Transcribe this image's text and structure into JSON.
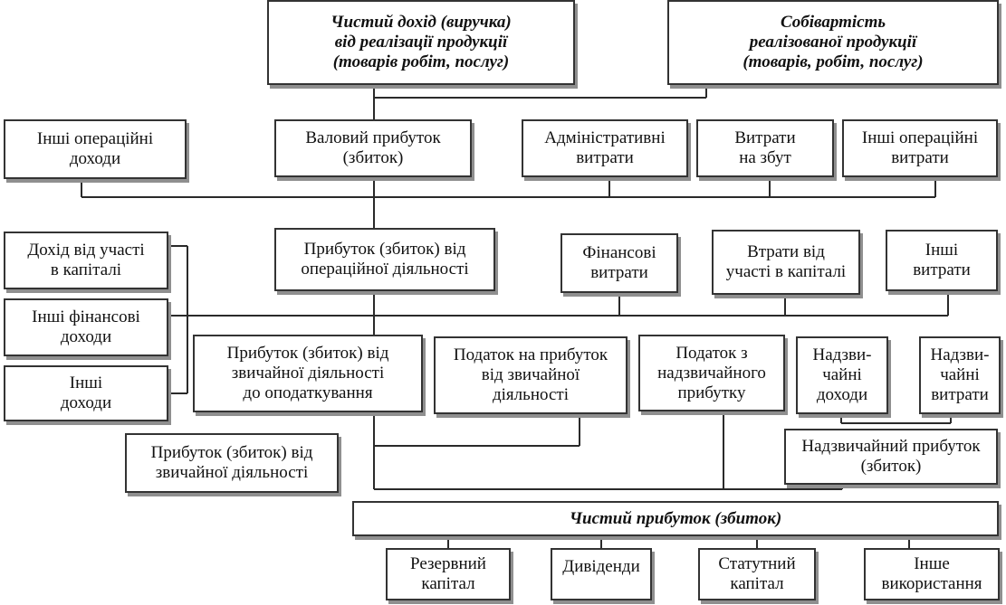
{
  "diagram": {
    "revenue": "Чистий дохід (виручка)\nвід реалізації продукції\n(товарів робіт, послуг)",
    "cost": "Собівартість\nреалізованої продукції\n(товарів, робіт, послуг)",
    "other_op_income": "Інші операційні\nдоходи",
    "gross_profit": "Валовий прибуток\n(збиток)",
    "admin_expenses": "Адміністративні\nвитрати",
    "selling_expenses": "Витрати\nна збут",
    "other_op_expenses": "Інші операційні\nвитрати",
    "equity_income": "Дохід від участі\nв капіталі",
    "operating_profit": "Прибуток (збиток) від\nопераційної діяльності",
    "financial_expenses": "Фінансові\nвитрати",
    "equity_losses": "Втрати від\nучасті в капіталі",
    "other_expenses": "Інші\nвитрати",
    "other_fin_income": "Інші фінансові\nдоходи",
    "other_income": "Інші\nдоходи",
    "pretax_profit": "Прибуток (збиток) від\nзвичайної діяльності\nдо оподаткування",
    "income_tax": "Податок на прибуток\nвід звичайної\nдіяльності",
    "extra_tax": "Податок з\nнадзвичайного\nприбутку",
    "extra_income": "Надзви-\nчайні\nдоходи",
    "extra_expenses": "Надзви-\nчайні\nвитрати",
    "ordinary_profit": "Прибуток (збиток) від\nзвичайної діяльності",
    "extra_profit": "Надзвичайний прибуток\n(збиток)",
    "net_profit": "Чистий прибуток (збиток)",
    "reserve_capital": "Резервний\nкапітал",
    "dividends": "Дивіденди",
    "charter_capital": "Статутний\nкапітал",
    "other_use": "Інше\nвикористання"
  }
}
